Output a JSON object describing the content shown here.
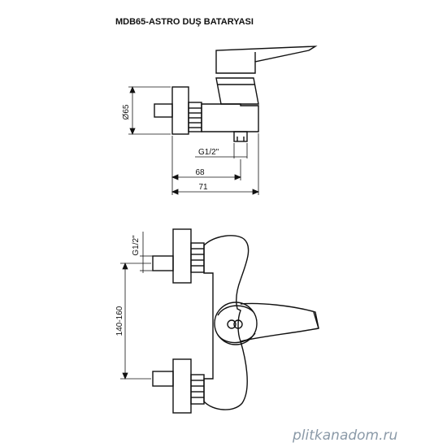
{
  "title": "MDB65-ASTRO DUŞ BATARYASI",
  "side_view": {
    "dim_diameter": "Ø65",
    "dim_thread": "G1/2\"",
    "dim_68": "68",
    "dim_71": "71"
  },
  "front_view": {
    "dim_thread": "G1/2\"",
    "dim_spacing": "140-160"
  },
  "watermark": "plitkanadom.ru",
  "colors": {
    "line": "#111111",
    "watermark": "#8b9aa8"
  }
}
